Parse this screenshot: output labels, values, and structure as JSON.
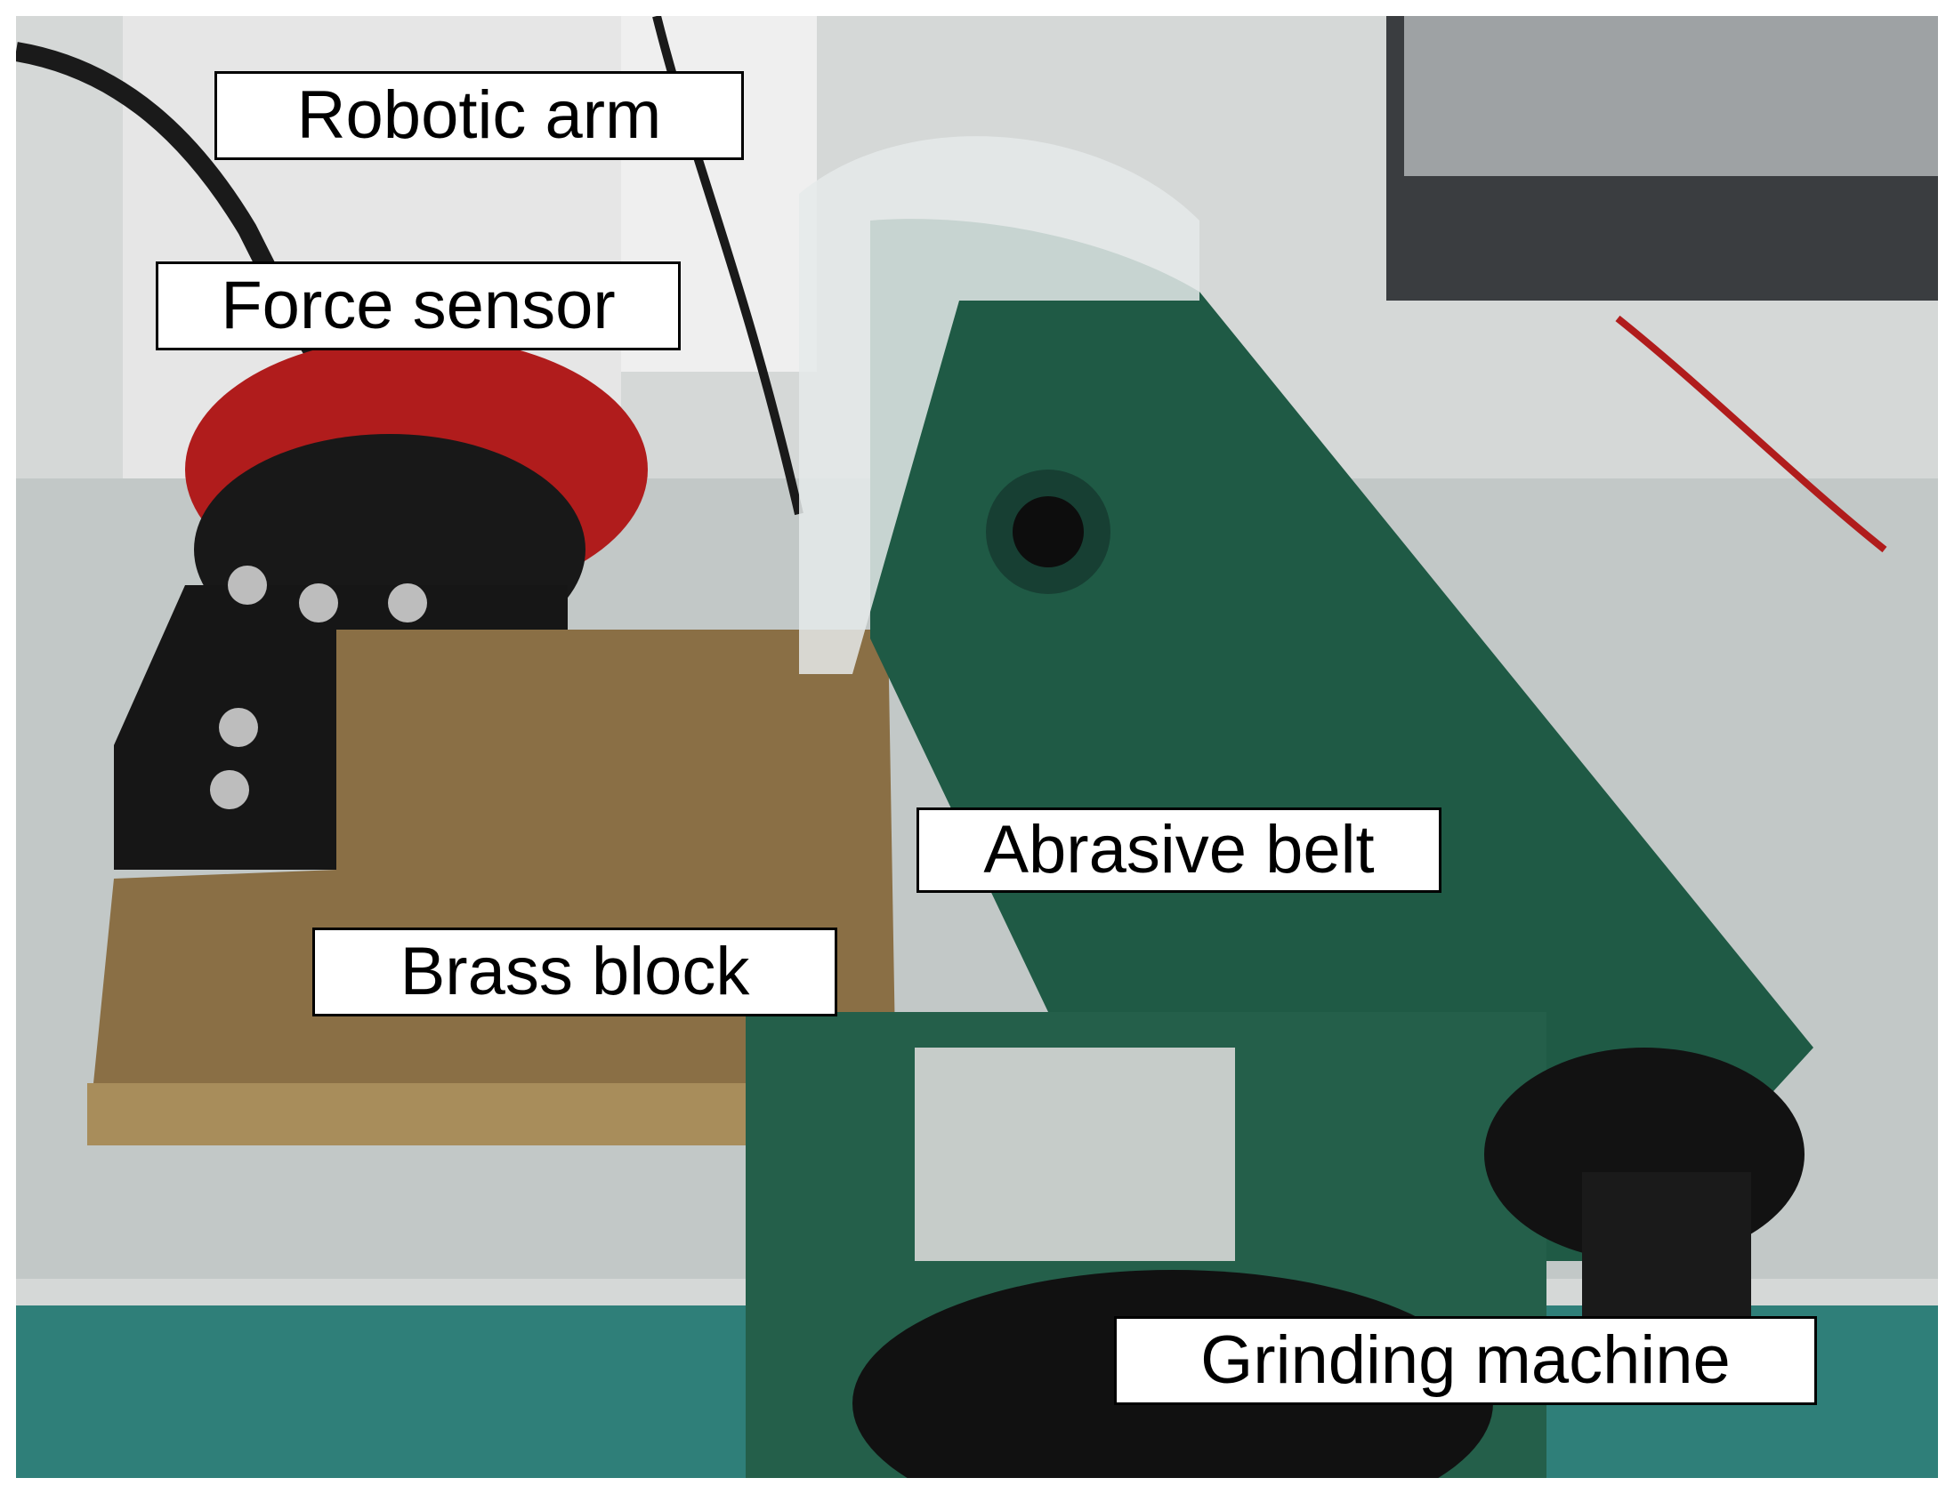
{
  "labels": {
    "robotic_arm": "Robotic arm",
    "force_sensor": "Force sensor",
    "abrasive_belt": "Abrasive belt",
    "brass_block": "Brass block",
    "grinding_machine": "Grinding machine"
  },
  "colors": {
    "machine_green": "#1f5a45",
    "brass": "#8a6f45",
    "sensor_red": "#b01c1c",
    "background_teal": "#2f7f79"
  }
}
